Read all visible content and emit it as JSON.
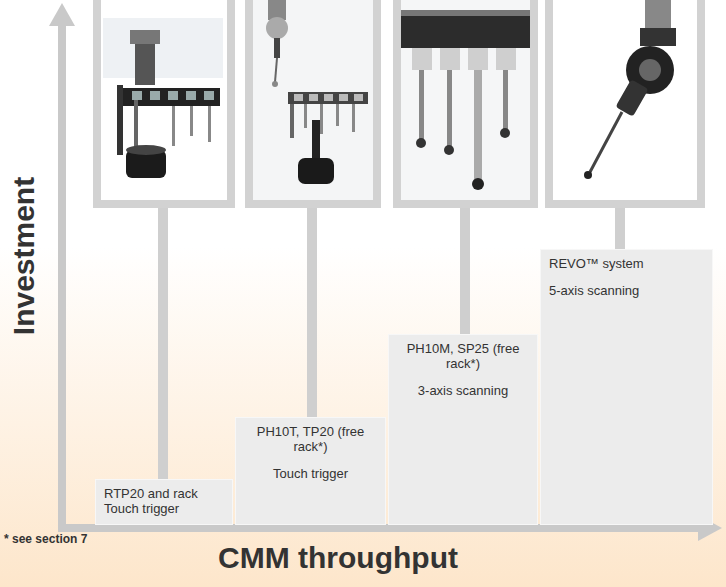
{
  "diagram": {
    "nodes": [
      {
        "text": [
          "RTP20 and rack",
          "Touch trigger"
        ]
      },
      {
        "text": [
          "PH10T, TP20 (free rack*)",
          "Touch trigger"
        ]
      },
      {
        "text": [
          "PH10M, SP25 (free rack*)",
          "3-axis scanning"
        ]
      },
      {
        "text": [
          "REVO™ system",
          "5-axis scanning"
        ]
      }
    ],
    "labels": [
      "Investment",
      "* see section 7",
      "CMM throughput"
    ]
  }
}
